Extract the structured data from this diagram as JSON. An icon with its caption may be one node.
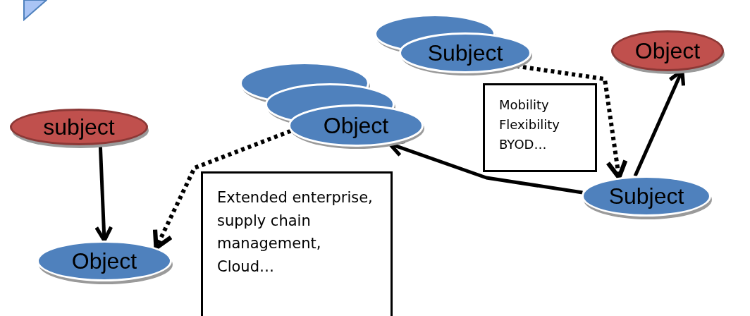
{
  "diagram": {
    "nodes": [
      {
        "text": [
          "subject"
        ]
      },
      {
        "text": [
          "Object"
        ]
      },
      {
        "text": [
          "Object"
        ]
      },
      {
        "text": [
          "Subject"
        ]
      },
      {
        "text": [
          "Object"
        ]
      },
      {
        "text": [
          "Subject"
        ]
      },
      {
        "text": [
          "Mobility Flexibility BYOD…"
        ]
      },
      {
        "text": [
          "Extended enterprise, supply chain management, Cloud…"
        ]
      }
    ],
    "edges": [
      {
        "from": 0,
        "to": 1,
        "arrow": "to"
      },
      {
        "from": 2,
        "to": 1,
        "arrow": "to",
        "style": "dashed"
      },
      {
        "from": 5,
        "to": 2,
        "arrow": "to"
      },
      {
        "from": 3,
        "to": 5,
        "arrow": "to",
        "style": "dashed"
      },
      {
        "from": 5,
        "to": 4,
        "arrow": "to"
      }
    ]
  }
}
